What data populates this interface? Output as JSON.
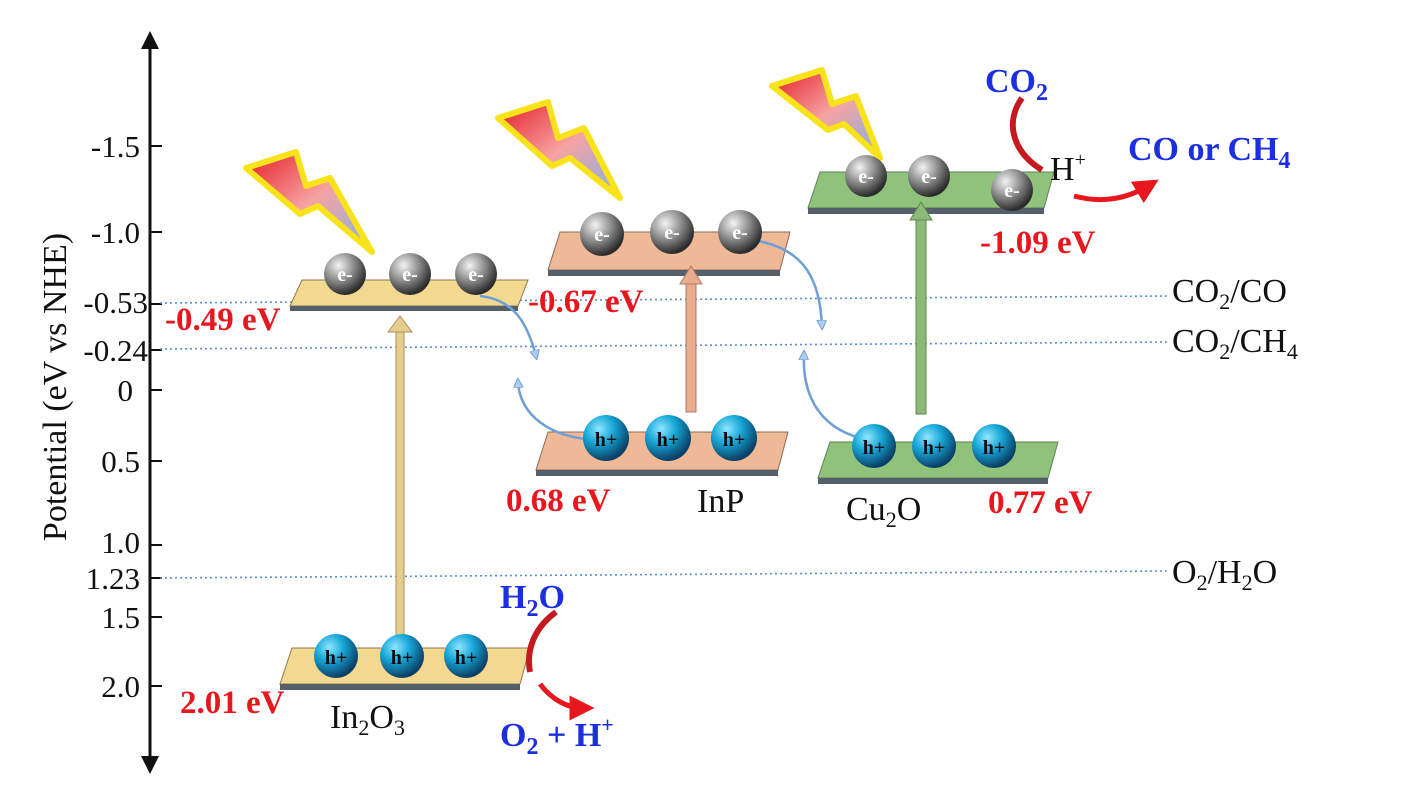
{
  "axis": {
    "label": "Potential (eV vs NHE)",
    "ticks": [
      "-1.5",
      "-1.0",
      "-0.53",
      "-0.24",
      "0",
      "0.5",
      "1.0",
      "1.23",
      "1.5",
      "2.0"
    ]
  },
  "reference_lines": [
    "CO2/CO",
    "CO2/CH4",
    "O2/H2O"
  ],
  "semiconductors": {
    "in2o3": {
      "name": "In2O3",
      "cb": "-0.49 eV",
      "vb": "2.01 eV"
    },
    "inp": {
      "name": "InP",
      "cb": "-0.67 eV",
      "vb": "0.68 eV"
    },
    "cu2o": {
      "name": "Cu2O",
      "cb": "-1.09 eV",
      "vb": "0.77 eV"
    }
  },
  "carriers": {
    "electron": "e-",
    "hole": "h+"
  },
  "reactions": {
    "reduction_reactant": "CO2",
    "proton": "H+",
    "reduction_product": "CO or CH4",
    "oxidation_reactant": "H2O",
    "oxidation_product": "O2 + H+"
  },
  "colors": {
    "in2o3_band": "#f3d98f",
    "inp_band": "#efb997",
    "cu2o_band": "#8fc27a",
    "value_label": "#e8161d",
    "species_label": "#1b2fe0",
    "ref_line": "#5b8fd0"
  }
}
